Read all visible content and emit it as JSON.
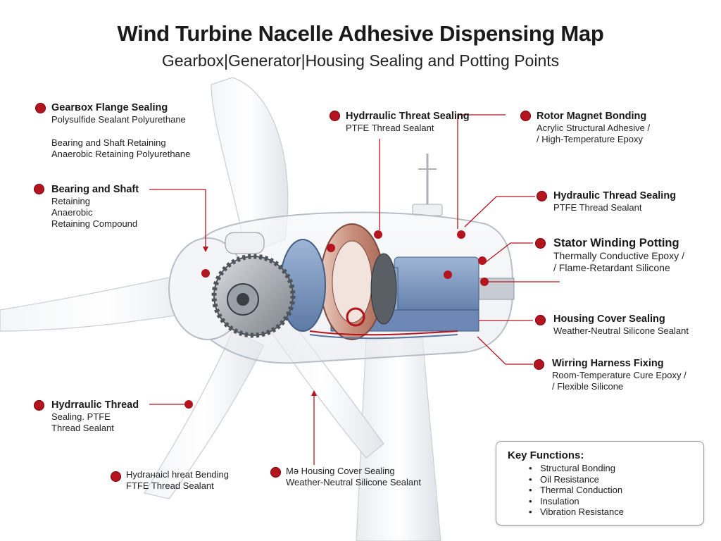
{
  "title": "Wind Turbine Nacelle Adhesive Dispensing Map",
  "subtitle": "Gearbox|Generator|Housing Sealing and Potting Points",
  "colors": {
    "accent": "#b3141e",
    "leader": "#b3141e"
  },
  "callouts": {
    "gearbox_flange": {
      "title": "Gearвox Flange Sealing",
      "lines": [
        "Polysulfide Sealant Polyurethane"
      ]
    },
    "bearing_retaining": {
      "title": "",
      "lines": [
        "Bearing and Shaft Retaining",
        "Anaerobic Retaining Polyurethane"
      ]
    },
    "bearing_shaft": {
      "title": "Bearing and Shaft",
      "lines": [
        "Retaining",
        "Anaerobic",
        "Retaining Compound"
      ]
    },
    "hydraulic_threat_top": {
      "title": "Hydrraulic Threat Sealing",
      "lines": [
        "PTFE Thread Sealant"
      ]
    },
    "rotor_magnet": {
      "title": "Rotor Magnet Bonding",
      "lines": [
        "Acrylic Structural Adhesive /",
        "/ High-Temperature Epoxy"
      ]
    },
    "hydraulic_thread_right": {
      "title": "Hydraulic Thread Sealing",
      "lines": [
        "PTFE Thread Sealant"
      ]
    },
    "stator_winding": {
      "title": "Stator Winding Potting",
      "lines": [
        "Thermally Conductive Epoxy /",
        "/ Flame-Retardant Silicone"
      ]
    },
    "housing_cover_right": {
      "title": "Housing Cover Sealing",
      "lines": [
        "Weather-Neutral Silicone Sealant"
      ]
    },
    "wiring_harness": {
      "title": "Wirring Harness Fixing",
      "lines": [
        "Room-Temperature Cure Epoxy /",
        "/ Flexible Silicone"
      ]
    },
    "hydraulic_thread_left": {
      "title": "Hydrraulic Thread",
      "lines": [
        "Sealing. PTFE",
        "Thread Sealant"
      ]
    },
    "hydraulic_bending_bottom": {
      "title": "Hydraнaicl hreat Bending",
      "lines": [
        "FTFE Thread Sealant"
      ]
    },
    "housing_cover_bottom": {
      "title": "Mə Housing Cover Sealing",
      "lines": [
        "Weather-Neutral Silicone Sealant"
      ]
    }
  },
  "key_functions": {
    "title": "Key Functions:",
    "items": [
      "Structural Bonding",
      "Oil Resistance",
      "Thermal Conduction",
      "Insulation",
      "Vibration Resistance"
    ]
  }
}
